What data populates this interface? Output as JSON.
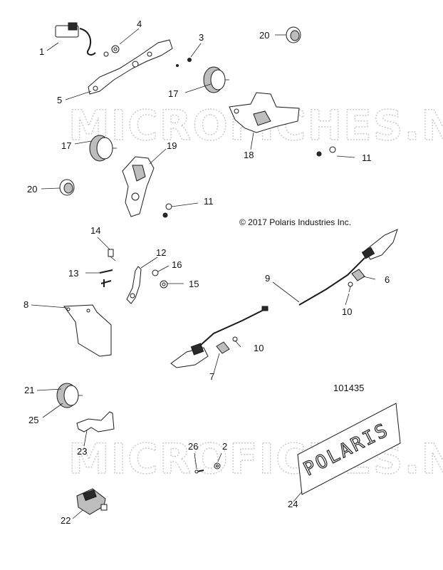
{
  "watermark": {
    "text": "MICROFICHES.NET"
  },
  "copyright": "© 2017 Polaris Industries Inc.",
  "reference_number": "101435",
  "plate_text": "POLARIS",
  "callouts": {
    "c1": "1",
    "c2": "2",
    "c3": "3",
    "c4": "4",
    "c5": "5",
    "c6": "6",
    "c7": "7",
    "c8": "8",
    "c9": "9",
    "c10a": "10",
    "c10b": "10",
    "c11a": "11",
    "c11b": "11",
    "c12": "12",
    "c13": "13",
    "c14": "14",
    "c15": "15",
    "c16": "16",
    "c17a": "17",
    "c17b": "17",
    "c18": "18",
    "c19": "19",
    "c20a": "20",
    "c20b": "20",
    "c21": "21",
    "c22": "22",
    "c23": "23",
    "c24": "24",
    "c25": "25",
    "c26": "26"
  }
}
